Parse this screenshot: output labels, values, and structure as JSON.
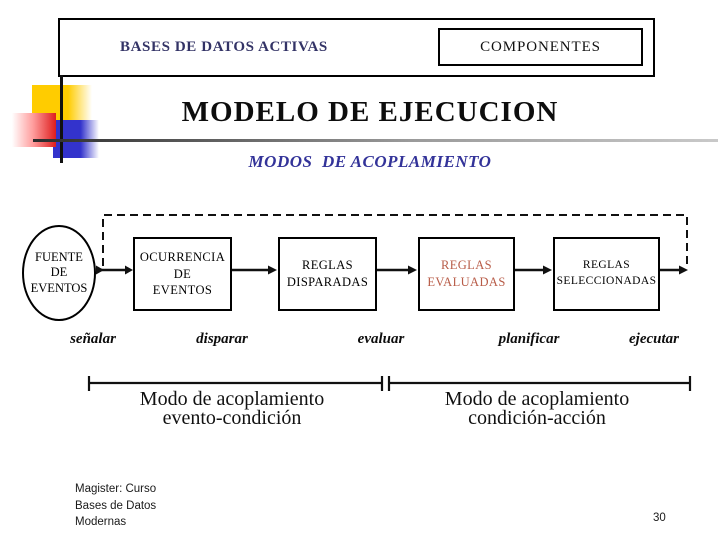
{
  "header": {
    "course": "BASES DE DATOS ACTIVAS",
    "badge": "COMPONENTES"
  },
  "title": "MODELO DE EJECUCION",
  "subtitle": "MODOS  DE ACOPLAMIENTO",
  "diagram": {
    "source_label": "FUENTE\nDE\nEVENTOS",
    "stages": [
      {
        "label": "OCURRENCIA\nDE\nEVENTOS"
      },
      {
        "label": "REGLAS\nDISPARADAS"
      },
      {
        "label": "REGLAS\nEVALUADAS"
      },
      {
        "label": "REGLAS\nSELECCIONADAS"
      }
    ],
    "verbs": [
      "señalar",
      "disparar",
      "evaluar",
      "planificar",
      "ejecutar"
    ],
    "modes": [
      {
        "line1": "Modo de acoplamiento",
        "line2": "evento-condición"
      },
      {
        "line1": "Modo de acoplamiento",
        "line2": "condición-acción"
      }
    ]
  },
  "footer": {
    "lines": [
      "Magister: Curso",
      "Bases de Datos",
      "Modernas"
    ],
    "page_number": "30"
  },
  "colors": {
    "header_navy": "#333366",
    "subtitle_blue": "#333399",
    "evaluated_red": "#b85c48",
    "deco_yellow": "#ffcc00",
    "deco_blue": "#3333cc",
    "deco_red": "#dd1d1d",
    "line_black": "#111111"
  }
}
